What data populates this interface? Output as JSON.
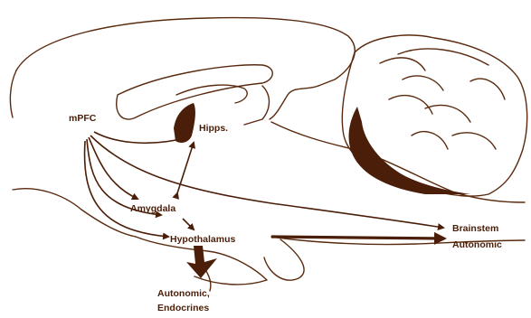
{
  "colors": {
    "ink": "#4a1e08",
    "background": "#ffffff"
  },
  "labels": {
    "mpfc": "mPFC",
    "hipps": "Hipps.",
    "amygdala": "Amygdala",
    "hypothalamus": "Hypothalamus",
    "brainstem": "Brainstem",
    "autonomic_right": "Autonomic",
    "autonomic_bottom": "Autonomic,",
    "endocrines": "Endocrines"
  }
}
